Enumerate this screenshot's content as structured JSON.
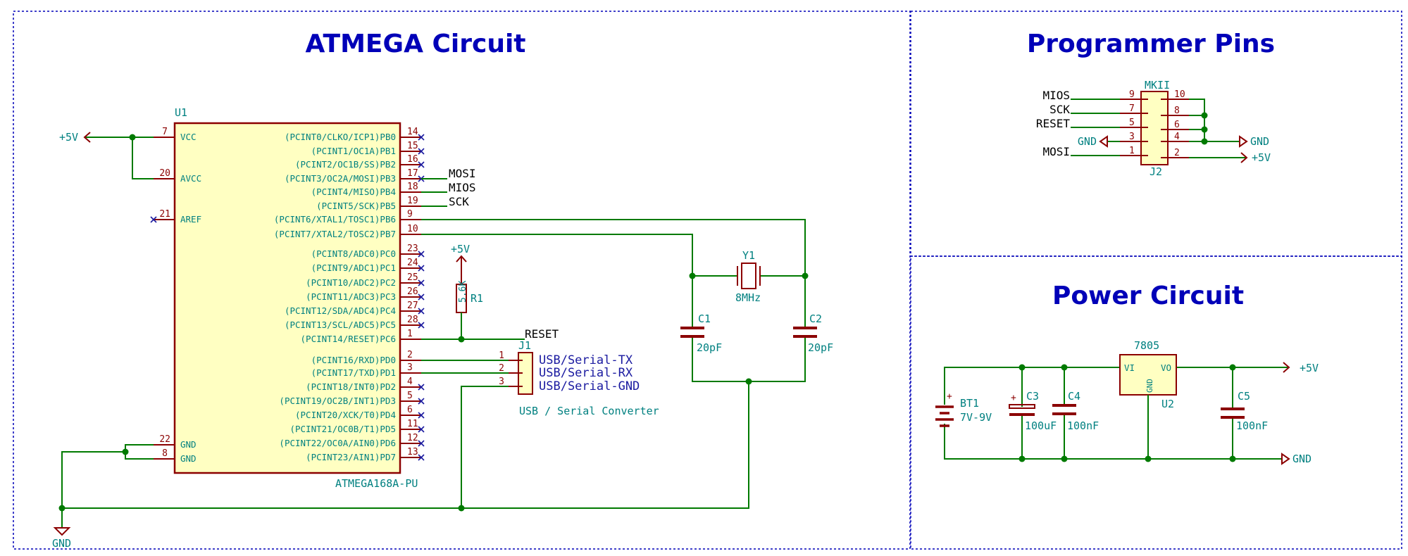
{
  "sections": {
    "atmega": "ATMEGA Circuit",
    "programmer": "Programmer Pins",
    "power": "Power Circuit"
  },
  "mcu": {
    "ref": "U1",
    "value": "ATMEGA168A-PU",
    "left_pins": [
      {
        "num": "7",
        "name": "VCC"
      },
      {
        "num": "20",
        "name": "AVCC"
      },
      {
        "num": "21",
        "name": "AREF"
      },
      {
        "num": "22",
        "name": "GND"
      },
      {
        "num": "8",
        "name": "GND"
      }
    ],
    "right_pins": [
      {
        "num": "14",
        "name": "(PCINT0/CLKO/ICP1)PB0"
      },
      {
        "num": "15",
        "name": "(PCINT1/OC1A)PB1"
      },
      {
        "num": "16",
        "name": "(PCINT2/OC1B/SS)PB2"
      },
      {
        "num": "17",
        "name": "(PCINT3/OC2A/MOSI)PB3"
      },
      {
        "num": "18",
        "name": "(PCINT4/MISO)PB4"
      },
      {
        "num": "19",
        "name": "(PCINT5/SCK)PB5"
      },
      {
        "num": "9",
        "name": "(PCINT6/XTAL1/TOSC1)PB6"
      },
      {
        "num": "10",
        "name": "(PCINT7/XTAL2/TOSC2)PB7"
      },
      {
        "num": "23",
        "name": "(PCINT8/ADC0)PC0"
      },
      {
        "num": "24",
        "name": "(PCINT9/ADC1)PC1"
      },
      {
        "num": "25",
        "name": "(PCINT10/ADC2)PC2"
      },
      {
        "num": "26",
        "name": "(PCINT11/ADC3)PC3"
      },
      {
        "num": "27",
        "name": "(PCINT12/SDA/ADC4)PC4"
      },
      {
        "num": "28",
        "name": "(PCINT13/SCL/ADC5)PC5"
      },
      {
        "num": "1",
        "name": "(PCINT14/RESET)PC6"
      },
      {
        "num": "2",
        "name": "(PCINT16/RXD)PD0"
      },
      {
        "num": "3",
        "name": "(PCINT17/TXD)PD1"
      },
      {
        "num": "4",
        "name": "(PCINT18/INT0)PD2"
      },
      {
        "num": "5",
        "name": "(PCINT19/OC2B/INT1)PD3"
      },
      {
        "num": "6",
        "name": "(PCINT20/XCK/T0)PD4"
      },
      {
        "num": "11",
        "name": "(PCINT21/OC0B/T1)PD5"
      },
      {
        "num": "12",
        "name": "(PCINT22/OC0A/AIN0)PD6"
      },
      {
        "num": "13",
        "name": "(PCINT23/AIN1)PD7"
      }
    ]
  },
  "nets": {
    "vcc": "+5V",
    "gnd": "GND",
    "mosi": "MOSI",
    "mios": "MIOS",
    "sck": "SCK",
    "reset": "RESET"
  },
  "r1": {
    "ref": "R1",
    "value": "5.6K"
  },
  "y1": {
    "ref": "Y1",
    "value": "8MHz"
  },
  "c1": {
    "ref": "C1",
    "value": "20pF"
  },
  "c2": {
    "ref": "C2",
    "value": "20pF"
  },
  "j1": {
    "ref": "J1",
    "value": "USB / Serial Converter",
    "pins": [
      {
        "num": "1",
        "label": "USB/Serial-TX"
      },
      {
        "num": "2",
        "label": "USB/Serial-RX"
      },
      {
        "num": "3",
        "label": "USB/Serial-GND"
      }
    ]
  },
  "j2": {
    "ref": "J2",
    "value": "MKII",
    "left_nums": [
      "9",
      "7",
      "5",
      "3",
      "1"
    ],
    "right_nums": [
      "10",
      "8",
      "6",
      "4",
      "2"
    ]
  },
  "power": {
    "bt1": {
      "ref": "BT1",
      "value": "7V-9V"
    },
    "c3": {
      "ref": "C3",
      "value": "100uF"
    },
    "c4": {
      "ref": "C4",
      "value": "100nF"
    },
    "c5": {
      "ref": "C5",
      "value": "100nF"
    },
    "u2": {
      "ref": "U2",
      "value": "7805",
      "vi": "VI",
      "vo": "VO",
      "gnd": "GND"
    }
  }
}
